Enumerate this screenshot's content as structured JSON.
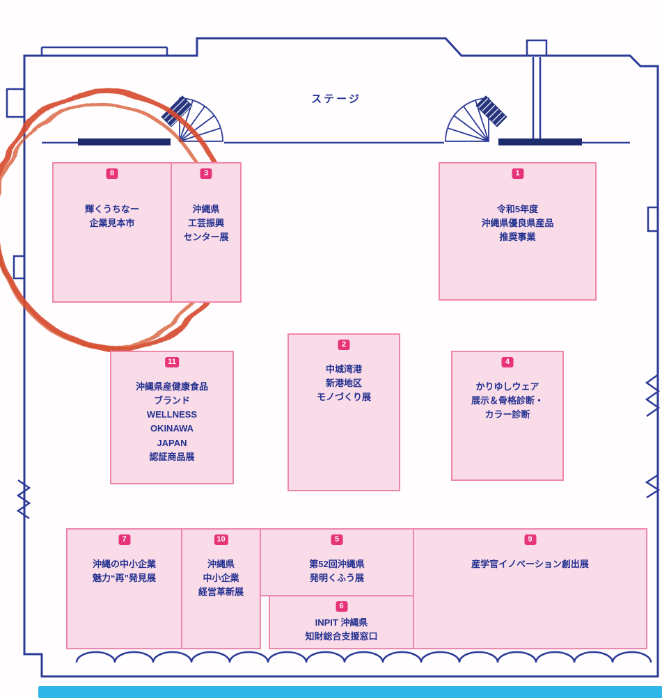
{
  "stage": {
    "label": "ステージ"
  },
  "booths": [
    {
      "number": "8",
      "label": "輝くうちなー\n企業見本市"
    },
    {
      "number": "3",
      "label": "沖縄県\n工芸振興\nセンター展"
    },
    {
      "number": "1",
      "label": "令和5年度\n沖縄県優良県産品\n推奨事業"
    },
    {
      "number": "11",
      "label": "沖縄県産健康食品\nブランド\nWELLNESS\nOKINAWA\nJAPAN\n認証商品展"
    },
    {
      "number": "2",
      "label": "中城湾港\n新港地区\nモノづくり展"
    },
    {
      "number": "4",
      "label": "かりゆしウェア\n展示＆骨格診断・\nカラー診断"
    },
    {
      "number": "7",
      "label": "沖縄の中小企業\n魅力“再”発見展"
    },
    {
      "number": "10",
      "label": "沖縄県\n中小企業\n経営革新展"
    },
    {
      "number": "5",
      "label": "第52回沖縄県\n発明くふう展"
    },
    {
      "number": "6",
      "label": "INPIT 沖縄県\n知財総合支援窓口"
    },
    {
      "number": "9",
      "label": "産学官イノベーション創出展"
    }
  ],
  "annotation": {
    "type": "hand-drawn-circle",
    "around": "booths 8 and 3"
  },
  "colors": {
    "wall": "#2b3a96",
    "booth_fill": "#fadce8",
    "booth_border": "#ef86ad",
    "badge": "#e73377",
    "text": "#22308f",
    "highlight": "#d5492c",
    "bottom_bar": "#2fb5e8"
  }
}
